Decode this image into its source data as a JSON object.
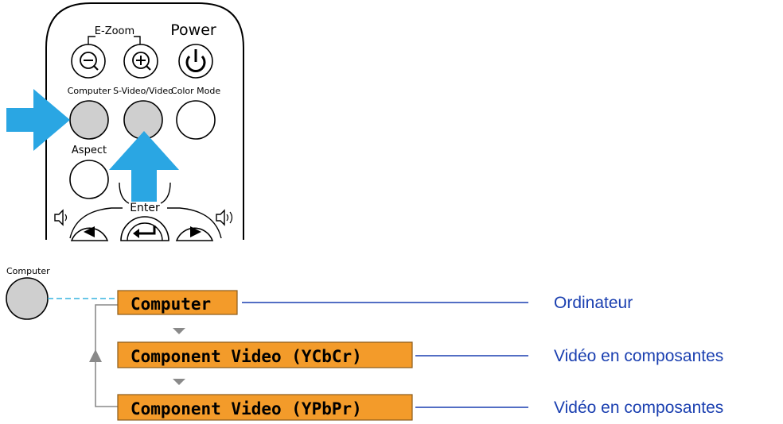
{
  "remote": {
    "group_label": "E-Zoom",
    "power_label": "Power",
    "computer_label": "Computer",
    "svideo_label": "S-Video/Video",
    "color_mode_label": "Color Mode",
    "aspect_label": "Aspect",
    "enter_label": "Enter"
  },
  "source_button_label": "Computer",
  "sequence": [
    {
      "osd": "Computer",
      "description": "Ordinateur"
    },
    {
      "osd": "Component Video (YCbCr)",
      "description": "Vidéo en composantes"
    },
    {
      "osd": "Component Video (YPbPr)",
      "description": "Vidéo en composantes"
    }
  ],
  "colors": {
    "arrow": "#2aa6e3",
    "osd_fill": "#f39b2a",
    "button_gray": "#cfcfcf",
    "line_blue": "#1a3fb0",
    "dashed_cyan": "#36b3df",
    "flow_gray": "#8a8a8a"
  }
}
